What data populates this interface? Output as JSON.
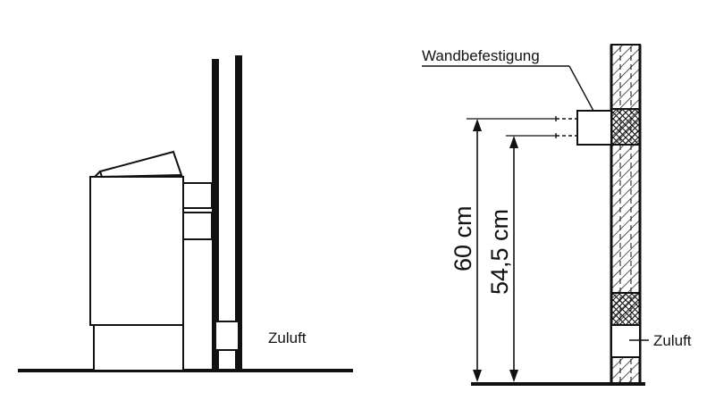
{
  "left_view": {
    "supply_air_label": "Zuluft"
  },
  "right_view": {
    "wall_mount_label": "Wandbefestigung",
    "dimension_outer_label": "60 cm",
    "dimension_inner_label": "54,5 cm",
    "supply_air_label": "Zuluft"
  },
  "colors": {
    "line": "#111111",
    "background": "#ffffff"
  }
}
